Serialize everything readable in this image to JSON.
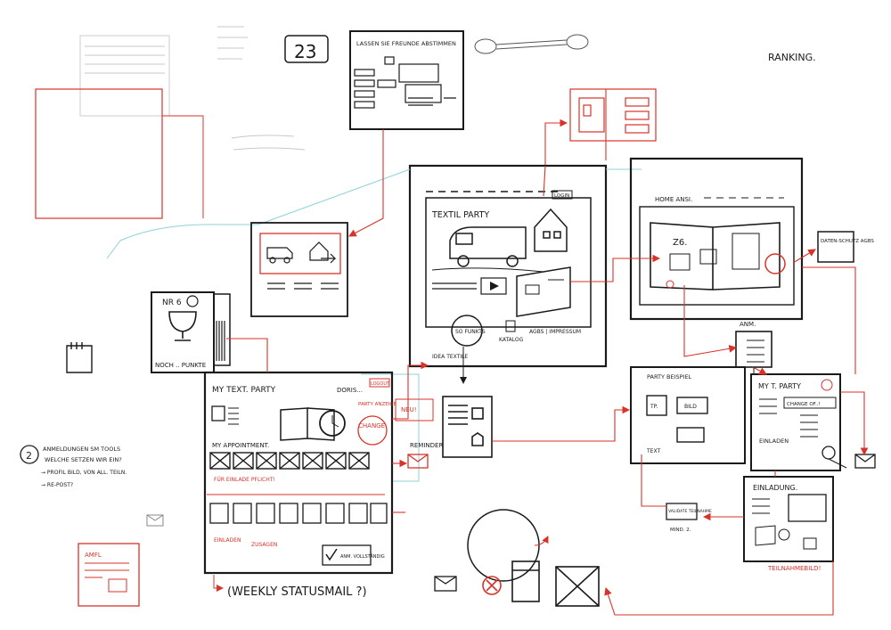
{
  "colors": {
    "ink": "#1a1a1a",
    "red": "#d8322a",
    "cyan": "#8fd0dc",
    "paper": "#ffffff"
  },
  "texts": {
    "ranking": "RANKING.",
    "calendar_number": "23",
    "instruction": "LASSEN SIE FREUNDE ABSTIMMEN",
    "login": "LOGIN",
    "textil_party": "TEXTIL PARTY",
    "so_funkts": "SO FUNKTS",
    "katalog": "KATALOG",
    "agbs_impressum": "AGBS | IMPRESSUM",
    "idea_textile": "IDEA TEXTILE",
    "home_ansi": "HOME  ANSI.",
    "z6": "Z6.",
    "datenschutz": "DATEN-SCHUTZ AGBS",
    "anm": "ANM.",
    "nr6": "NR 6",
    "noch": "NOCH .. PUNKTE",
    "my_text_party": "MY   TEXT.   PARTY",
    "doris": "DORIS...",
    "logout": "LOGOUT",
    "party_anzeige": "PARTY ANZEIGE",
    "neu": "NEU!",
    "change": "CHANGE",
    "my_appointment": "MY APPOINTMENT.",
    "fuer_einlade": "FÜR EINLADE PFLICHT!",
    "einladen": "EINLADEN",
    "zusagen": "ZUSAGEN",
    "mail": "MAIL",
    "anm_vollstaendig": "ANM. VOLLSTÄNDIG",
    "weekly_statusmail": "(WEEKLY  STATUSMAIL ?)",
    "reminder": "REMINDER",
    "party_beispiel": "PARTY BEISPIEL",
    "tp": "TP.",
    "bild": "BILD",
    "text": "TEXT",
    "my_t_party": "MY T. PARTY",
    "change_of": "CHANGE OF..!",
    "einladen_right": "EINLADEN",
    "einladung": "EINLADUNG.",
    "teilnahmebild": "TEILNAHMEBILD!",
    "validate_teilnahme": "VALIDATE TEILNAHME",
    "minus_2": "MIND. 2.",
    "note_q1": "ANMELDUNGEN SM TOOLS",
    "note_q2": "WELCHE SETZEN WIR EIN?",
    "note_q3": "→ PROFIL BILD, VON ALL. TEILN.",
    "note_q4": "→ RE-POST?",
    "note_num": "2",
    "amfl": "AMFL"
  }
}
